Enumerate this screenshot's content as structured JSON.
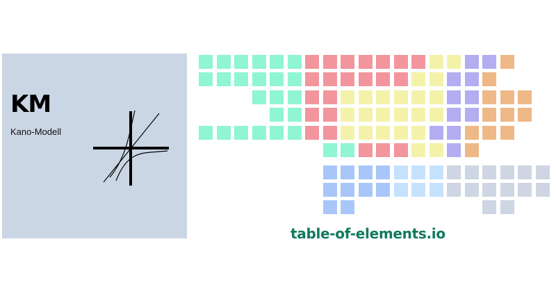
{
  "element_card": {
    "symbol": "KM",
    "name": "Kano-Modell",
    "background": "#cbd6e4",
    "icon": "kano-model-icon"
  },
  "brand": {
    "text": "table-of-elements.io",
    "color": "#117a5e"
  },
  "category_colors": {
    "a": "#8ff5d2",
    "r": "#f2959d",
    "y": "#f4f2a9",
    "p": "#b4adf2",
    "o": "#eeb887",
    "b": "#a8c6fa",
    "l": "#c4e2fd",
    "g": "#cdd6e2"
  },
  "table_rows": [
    "aaaaaarrrrrrryyppo_",
    "aaaaaarrrrrryyppo__",
    "___aaarryyyyyyppooo",
    "____aarryyyyyyppooo",
    "aaaaaarryyyyyppooo_",
    "_______aarrryypo___",
    "_______bbbblllgggggg",
    "_______bbbblllgggggg",
    "_______bb_______gg__"
  ]
}
